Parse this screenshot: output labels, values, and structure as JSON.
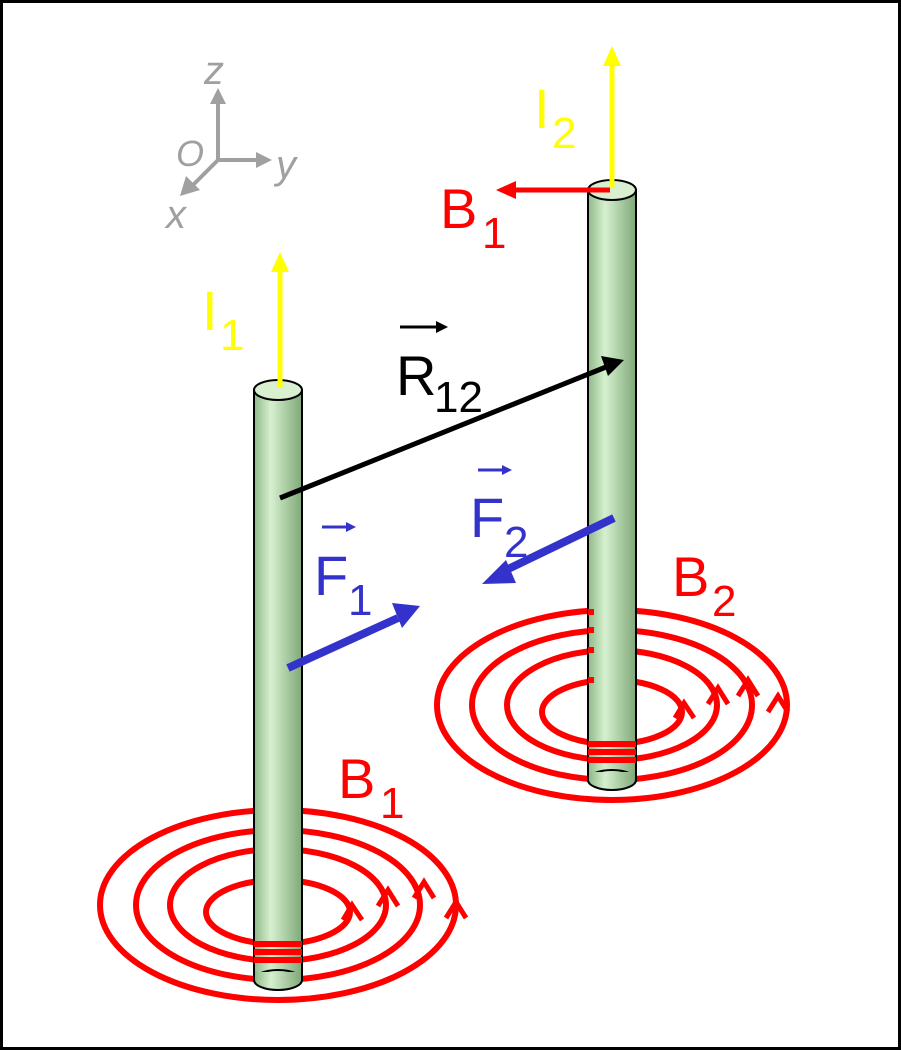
{
  "colors": {
    "current": "#ffff00",
    "field": "#ff0000",
    "force": "#3333cc",
    "displacement": "#000000",
    "axes": "#a0a0a0",
    "wire_fill": "#b8dcb0",
    "wire_top": "#d8efd0"
  },
  "axes": {
    "z": "z",
    "y": "y",
    "x": "x",
    "origin": "O"
  },
  "wire1": {
    "current_label": {
      "main": "I",
      "sub": "1"
    },
    "field_label": {
      "main": "B",
      "sub": "1"
    },
    "force_label": {
      "main": "F",
      "sub": "1"
    }
  },
  "wire2": {
    "current_label": {
      "main": "I",
      "sub": "2"
    },
    "field_label": {
      "main": "B",
      "sub": "2"
    },
    "force_label": {
      "main": "F",
      "sub": "2"
    },
    "field_at_wire_label": {
      "main": "B",
      "sub": "1"
    }
  },
  "separation_label": {
    "main": "R",
    "sub": "12"
  },
  "field_loop_count": 4
}
